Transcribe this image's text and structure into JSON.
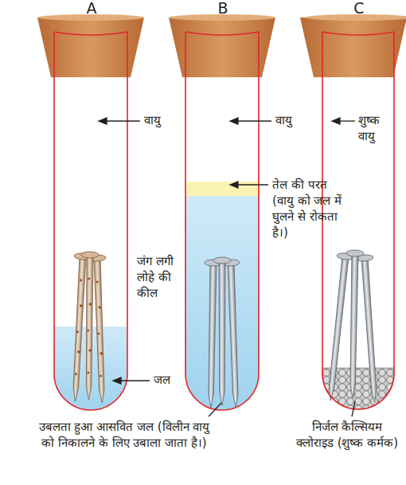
{
  "diagram": {
    "labels": [
      "A",
      "B",
      "C",
      "वायु",
      "जंग लगी लोहे की कील",
      "जल",
      "वायु",
      "तेल की परत (वायु को जल में घुलने से रोकता है।)",
      "उबलता हुआ आसवित जल (विलीन वायु को निकालने के लिए उबाला जाता है।)",
      "शुष्क वायु",
      "निर्जल कैल्सियम क्लोराइड (शुष्क कर्मक)"
    ]
  }
}
